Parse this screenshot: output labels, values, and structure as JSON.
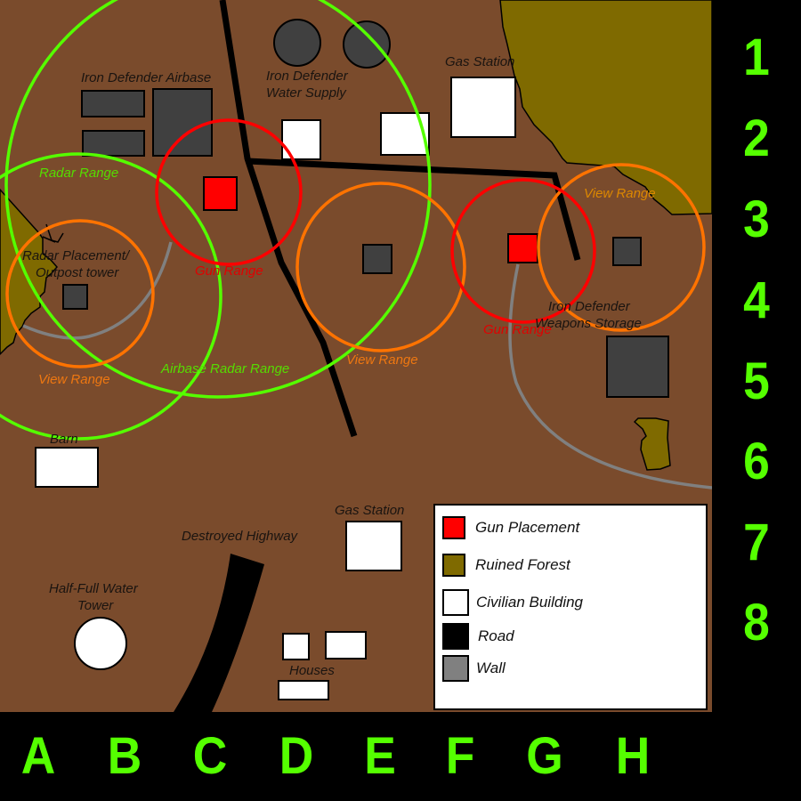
{
  "colors": {
    "ground": "#7a4b2c",
    "forest": "#7f6a00",
    "gun": "#ff0000",
    "civilian": "#ffffff",
    "road": "#000000",
    "wall": "#808080",
    "military_building": "#404040",
    "radar_range": "#55ff00",
    "view_range": "#ff7300",
    "gun_range": "#ff0000",
    "grid_label": "#55ff00"
  },
  "labels": {
    "airbase": "Iron Defender Airbase",
    "water_supply_1": "Iron Defender",
    "water_supply_2": "Water Supply",
    "gas_station_north": "Gas Station",
    "radar_range": "Radar Range",
    "radar_outpost_1": "Radar Placement/",
    "radar_outpost_2": "Outpost tower",
    "gun_range_west": "Gun Range",
    "gun_range_east": "Gun Range",
    "view_range_west": "View Range",
    "view_range_center": "View Range",
    "view_range_east": "View Range",
    "airbase_radar_range": "Airbase Radar Range",
    "weapons_storage_1": "Iron Defender",
    "weapons_storage_2": "Weapons Storage",
    "barn": "Barn",
    "gas_station_south": "Gas Station",
    "destroyed_highway": "Destroyed Highway",
    "water_tower_1": "Half-Full Water",
    "water_tower_2": "Tower",
    "houses": "Houses"
  },
  "legend": {
    "items": [
      {
        "label": "Gun Placement",
        "color": "#ff0000"
      },
      {
        "label": "Ruined Forest",
        "color": "#7f6a00"
      },
      {
        "label": "Civilian Building",
        "color": "#ffffff"
      },
      {
        "label": "Road",
        "color": "#000000"
      },
      {
        "label": "Wall",
        "color": "#808080"
      }
    ]
  },
  "grid": {
    "columns": [
      "A",
      "B",
      "C",
      "D",
      "E",
      "F",
      "G",
      "H"
    ],
    "rows": [
      "1",
      "2",
      "3",
      "4",
      "5",
      "6",
      "7",
      "8"
    ]
  }
}
